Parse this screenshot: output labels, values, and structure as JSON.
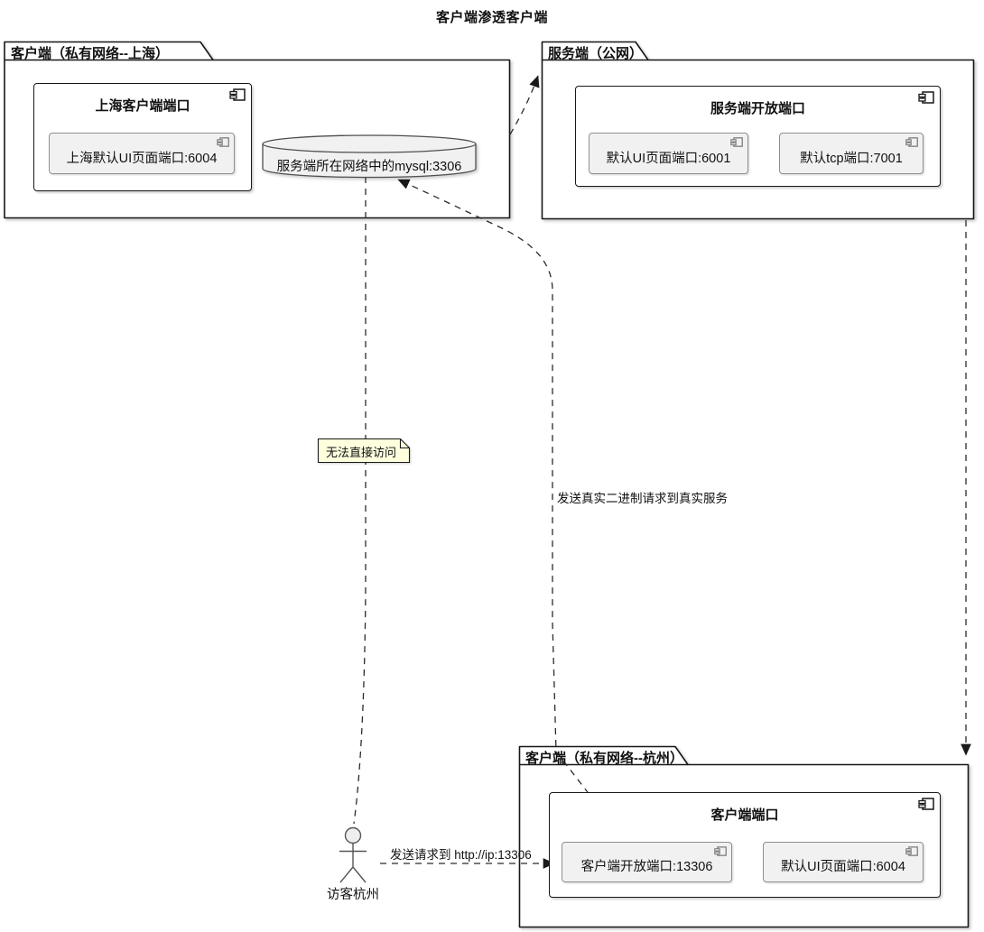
{
  "title": "客户端渗透客户端",
  "packages": [
    {
      "label": "客户端（私有网络--上海）",
      "component": {
        "title": "上海客户端端口",
        "ports": [
          "上海默认UI页面端口:6004"
        ]
      },
      "database": {
        "label": "服务端所在网络中的mysql:3306"
      }
    },
    {
      "label": "服务端（公网）",
      "component": {
        "title": "服务端开放端口",
        "ports": [
          "默认UI页面端口:6001",
          "默认tcp端口:7001"
        ]
      }
    },
    {
      "label": "客户端（私有网络--杭州）",
      "component": {
        "title": "客户端端口",
        "ports": [
          "客户端开放端口:13306",
          "默认UI页面端口:6004"
        ]
      }
    }
  ],
  "actor": {
    "label": "访客杭州"
  },
  "note": {
    "text": "无法直接访问"
  },
  "edge_labels": {
    "binary_request": "发送真实二进制请求到真实服务",
    "visitor_request": "发送请求到 http://ip:13306"
  },
  "icons": {
    "component": "component-icon",
    "database": "database-cylinder",
    "actor": "stick-figure-actor"
  },
  "colors": {
    "border": "#181818",
    "subcomponent_bg": "#f1f1f1",
    "note_bg": "#feffdd",
    "edge": "#2b2b2b",
    "background": "#ffffff"
  }
}
